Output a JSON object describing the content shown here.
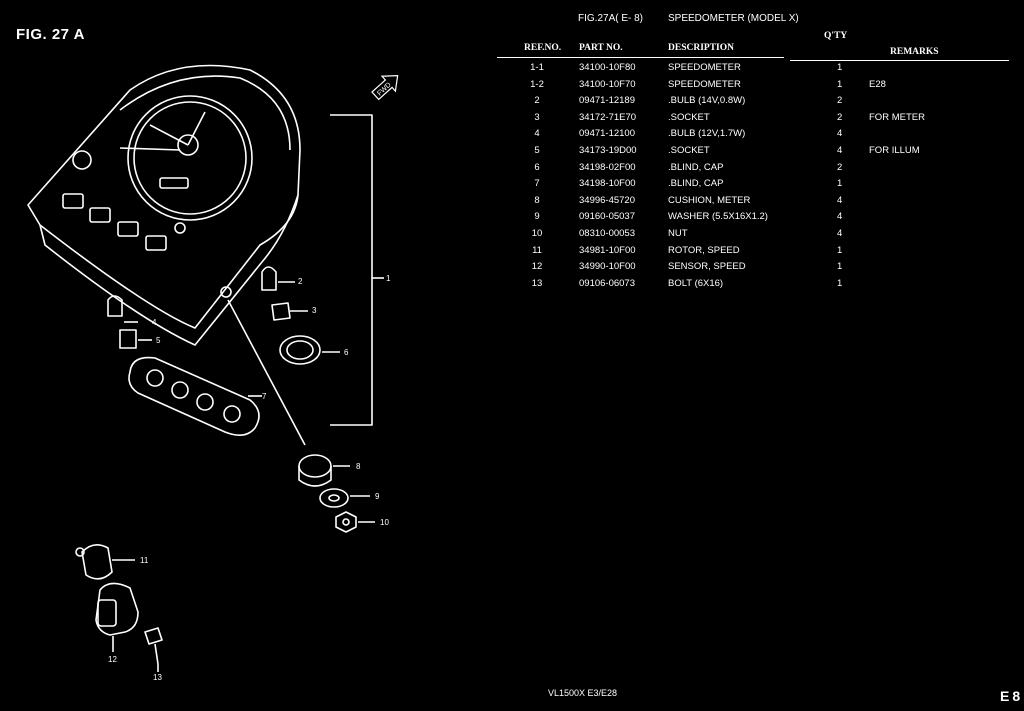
{
  "figure": {
    "label": "FIG. 27 A"
  },
  "header": {
    "fig_ref": "FIG.27A(  E- 8)",
    "title": "SPEEDOMETER (MODEL X)"
  },
  "columns": {
    "ref": "REF.NO.",
    "part": "PART NO.",
    "desc": "DESCRIPTION",
    "qty": "Q'TY",
    "remarks": "REMARKS"
  },
  "rows": [
    {
      "ref": "1-1",
      "part": "34100-10F80",
      "desc": "SPEEDOMETER",
      "qty": "1",
      "remarks": ""
    },
    {
      "ref": "1-2",
      "part": "34100-10F70",
      "desc": "SPEEDOMETER",
      "qty": "1",
      "remarks": "E28"
    },
    {
      "ref": "2",
      "part": "09471-12189",
      "desc": ".BULB (14V,0.8W)",
      "qty": "2",
      "remarks": ""
    },
    {
      "ref": "3",
      "part": "34172-71E70",
      "desc": ".SOCKET",
      "qty": "2",
      "remarks": "FOR METER"
    },
    {
      "ref": "4",
      "part": "09471-12100",
      "desc": ".BULB (12V,1.7W)",
      "qty": "4",
      "remarks": ""
    },
    {
      "ref": "5",
      "part": "34173-19D00",
      "desc": ".SOCKET",
      "qty": "4",
      "remarks": "FOR ILLUM"
    },
    {
      "ref": "6",
      "part": "34198-02F00",
      "desc": ".BLIND, CAP",
      "qty": "2",
      "remarks": ""
    },
    {
      "ref": "7",
      "part": "34198-10F00",
      "desc": ".BLIND, CAP",
      "qty": "1",
      "remarks": ""
    },
    {
      "ref": "8",
      "part": "34996-45720",
      "desc": "CUSHION, METER",
      "qty": "4",
      "remarks": ""
    },
    {
      "ref": "9",
      "part": "09160-05037",
      "desc": "WASHER (5.5X16X1.2)",
      "qty": "4",
      "remarks": ""
    },
    {
      "ref": "10",
      "part": "08310-00053",
      "desc": "NUT",
      "qty": "4",
      "remarks": ""
    },
    {
      "ref": "11",
      "part": "34981-10F00",
      "desc": "ROTOR, SPEED",
      "qty": "1",
      "remarks": ""
    },
    {
      "ref": "12",
      "part": "34990-10F00",
      "desc": "SENSOR, SPEED",
      "qty": "1",
      "remarks": ""
    },
    {
      "ref": "13",
      "part": "09106-06073",
      "desc": "BOLT (6X16)",
      "qty": "1",
      "remarks": ""
    }
  ],
  "diagram": {
    "fwd_label": "FWD",
    "callouts": [
      "1",
      "2",
      "3",
      "4",
      "5",
      "6",
      "7",
      "8",
      "9",
      "10",
      "11",
      "12",
      "13"
    ]
  },
  "footer": {
    "model": "VL1500X  E3/E28",
    "page": "E8"
  }
}
